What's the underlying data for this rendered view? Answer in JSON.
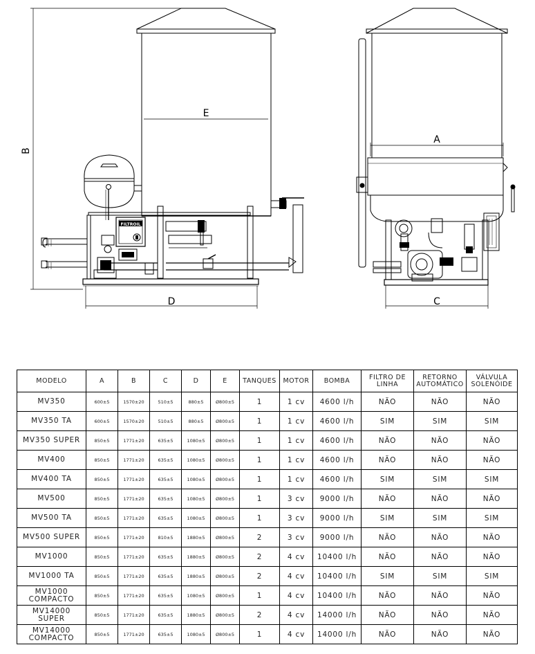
{
  "drawing": {
    "labels": {
      "a": "A",
      "b": "B",
      "c": "C",
      "d": "D",
      "e": "E"
    },
    "brand_plate": "FILTROIL"
  },
  "table": {
    "headers": [
      "MODELO",
      "A",
      "B",
      "C",
      "D",
      "E",
      "TANQUES",
      "MOTOR",
      "BOMBA",
      "FILTRO DE\nLINHA",
      "RETORNO\nAUTOMÁTICO",
      "VÁLVULA\nSOLENÓIDE"
    ],
    "rows": [
      [
        "MV350",
        "600±5",
        "1570±20",
        "510±5",
        "880±5",
        "Ø800±5",
        "1",
        "1  cv",
        "4600  l/h",
        "NÃO",
        "NÃO",
        "NÃO"
      ],
      [
        "MV350  TA",
        "600±5",
        "1570±20",
        "510±5",
        "880±5",
        "Ø800±5",
        "1",
        "1  cv",
        "4600  l/h",
        "SIM",
        "SIM",
        "SIM"
      ],
      [
        "MV350  SUPER",
        "850±5",
        "1771±20",
        "635±5",
        "1080±5",
        "Ø800±5",
        "1",
        "1  cv",
        "4600  l/h",
        "NÃO",
        "NÃO",
        "NÃO"
      ],
      [
        "MV400",
        "850±5",
        "1771±20",
        "635±5",
        "1080±5",
        "Ø800±5",
        "1",
        "1  cv",
        "4600  l/h",
        "NÃO",
        "NÃO",
        "NÃO"
      ],
      [
        "MV400  TA",
        "850±5",
        "1771±20",
        "635±5",
        "1080±5",
        "Ø800±5",
        "1",
        "1  cv",
        "4600  l/h",
        "SIM",
        "SIM",
        "SIM"
      ],
      [
        "MV500",
        "850±5",
        "1771±20",
        "635±5",
        "1080±5",
        "Ø800±5",
        "1",
        "3  cv",
        "9000  l/h",
        "NÃO",
        "NÃO",
        "NÃO"
      ],
      [
        "MV500  TA",
        "850±5",
        "1771±20",
        "635±5",
        "1080±5",
        "Ø800±5",
        "1",
        "3  cv",
        "9000  l/h",
        "SIM",
        "SIM",
        "SIM"
      ],
      [
        "MV500  SUPER",
        "850±5",
        "1771±20",
        "810±5",
        "1880±5",
        "Ø800±5",
        "2",
        "3  cv",
        "9000  l/h",
        "NÃO",
        "NÃO",
        "NÃO"
      ],
      [
        "MV1000",
        "850±5",
        "1771±20",
        "635±5",
        "1880±5",
        "Ø800±5",
        "2",
        "4  cv",
        "10400  l/h",
        "NÃO",
        "NÃO",
        "NÃO"
      ],
      [
        "MV1000  TA",
        "850±5",
        "1771±20",
        "635±5",
        "1880±5",
        "Ø800±5",
        "2",
        "4  cv",
        "10400  l/h",
        "SIM",
        "SIM",
        "SIM"
      ],
      [
        "MV1000\nCOMPACTO",
        "850±5",
        "1771±20",
        "635±5",
        "1080±5",
        "Ø800±5",
        "1",
        "4  cv",
        "10400  l/h",
        "NÃO",
        "NÃO",
        "NÃO"
      ],
      [
        "MV14000\nSUPER",
        "850±5",
        "1771±20",
        "635±5",
        "1880±5",
        "Ø800±5",
        "2",
        "4  cv",
        "14000  l/h",
        "NÃO",
        "NÃO",
        "NÃO"
      ],
      [
        "MV14000\nCOMPACTO",
        "850±5",
        "1771±20",
        "635±5",
        "1080±5",
        "Ø800±5",
        "1",
        "4  cv",
        "14000  l/h",
        "NÃO",
        "NÃO",
        "NÃO"
      ]
    ]
  }
}
